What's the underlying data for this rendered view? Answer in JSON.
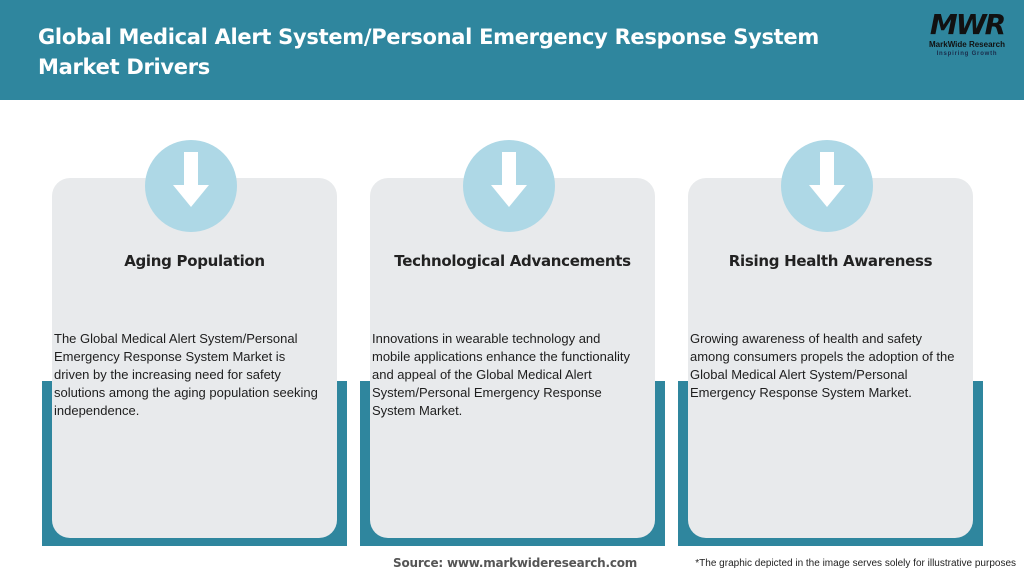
{
  "header": {
    "title": "Global Medical Alert System/Personal Emergency Response System Market Drivers",
    "logo": {
      "mark": "MWR",
      "name": "MarkWide Research",
      "tagline": "Inspiring Growth"
    },
    "background_color": "#2f869e"
  },
  "cards": [
    {
      "icon": "arrow-down-icon",
      "title": "Aging Population",
      "text": "The Global Medical Alert System/Personal Emergency Response System Market is driven by the increasing need for safety solutions among the aging population seeking independence."
    },
    {
      "icon": "arrow-down-icon",
      "title": "Technological Advancements",
      "text": "Innovations in wearable technology and mobile applications enhance the functionality and appeal of the Global Medical Alert System/Personal Emergency Response System Market."
    },
    {
      "icon": "arrow-down-icon",
      "title": "Rising Health Awareness",
      "text": "Growing awareness of health and safety among consumers propels the adoption of the Global Medical Alert System/Personal Emergency Response System Market."
    }
  ],
  "colors": {
    "accent": "#2f869e",
    "circle": "#aed8e6",
    "card": "#e8eaec"
  },
  "footer": {
    "source": "Source: www.markwideresearch.com",
    "disclaimer": "*The graphic depicted in the image serves solely for illustrative purposes"
  }
}
